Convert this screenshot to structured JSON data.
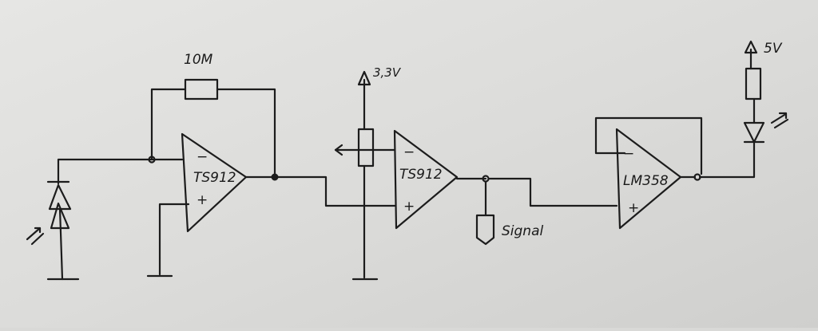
{
  "resistor_feedback_label": "10M",
  "supply_33_label": "3,3V",
  "supply_5v_label": "5V",
  "opamp1": {
    "name": "TS912",
    "minus": "−",
    "plus": "+"
  },
  "opamp2": {
    "name": "TS912",
    "minus": "−",
    "plus": "+"
  },
  "opamp3": {
    "name": "LM358",
    "minus": "−",
    "plus": "+"
  },
  "signal_label": "Signal"
}
